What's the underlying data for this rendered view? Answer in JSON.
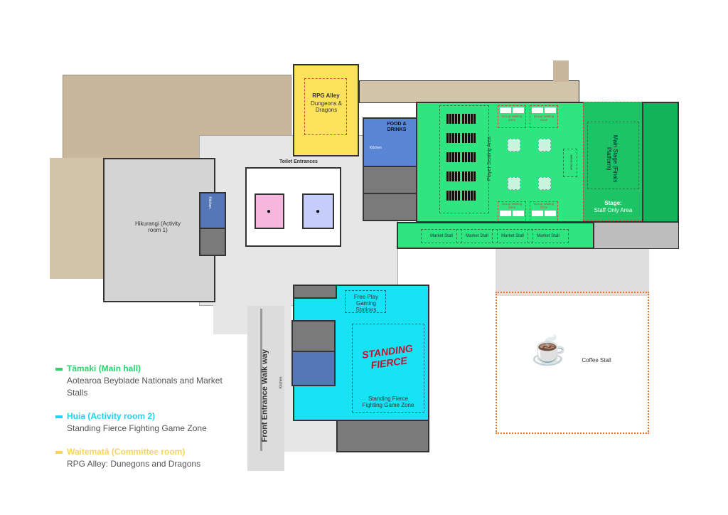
{
  "colors": {
    "tamaki": "#2ee57f",
    "huia": "#17e3f5",
    "waitemata": "#fde35c",
    "tamaki_text": "#2fd36e",
    "huia_text": "#1fd3f0",
    "waitemata_text": "#f7d45a"
  },
  "rooms": {
    "rpg": "RPG Alley",
    "rpg_sub": "Dungeons & Dragons",
    "food": "FOOD & DRINKS",
    "toilets": "Toilet Entrances",
    "hikurangi": "Hikurangi (Activity room 1)",
    "kitchen": "Kitchen",
    "kitchen2": "Kitchen",
    "kitchen3": "Kitchen",
    "player_seating": "Player Seating Area",
    "group_waiting": "Group Waiting Zone",
    "admin_desk": "Admin Desk",
    "main_stage": "Main Stage (Finals Platform)",
    "stage": "Stage:",
    "stage_sub": "Staff Only Area",
    "market_stalls": [
      "Market Stall",
      "Market Stall",
      "Market Stall",
      "Market Stall"
    ],
    "free_play": "Free Play Gaming Stations",
    "standing_fierce_logo": "Standing Fierce",
    "standing_fierce_zone": "Standing Fierce Fighting Game Zone",
    "walkway": "Front Entrance Walk way",
    "coffee": "Coffee Stall"
  },
  "legend": [
    {
      "title": "Tāmaki (Main hall)",
      "desc": "Aotearoa Beyblade Nationals and Market Stalls"
    },
    {
      "title": "Huia (Activity room 2)",
      "desc": "Standing Fierce Fighting Game Zone"
    },
    {
      "title": "Waitematā (Committee room)",
      "desc": "RPG Alley: Dunegons and Dragons"
    }
  ]
}
